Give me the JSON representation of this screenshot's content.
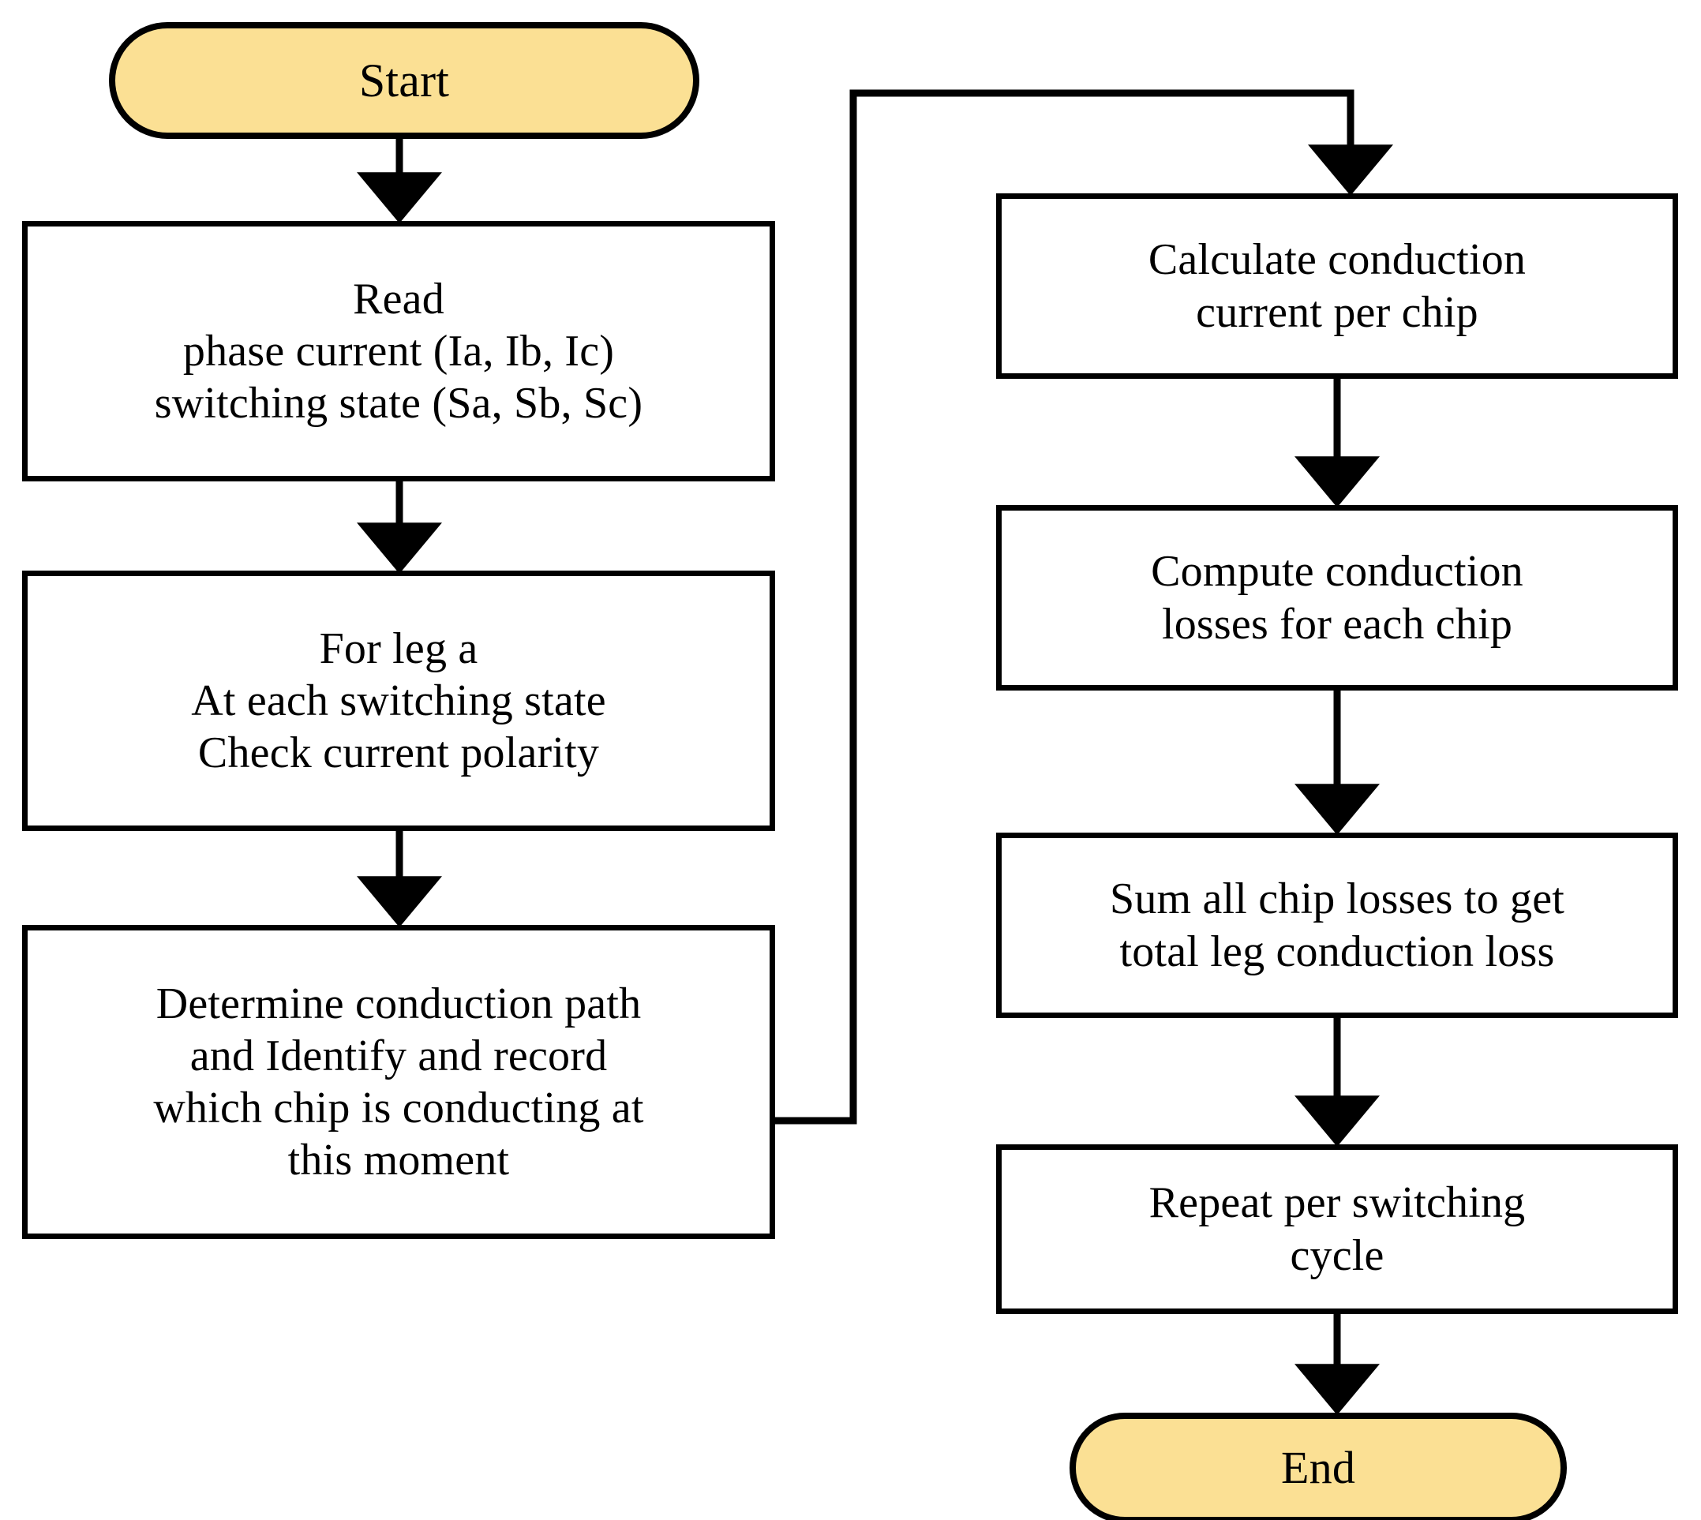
{
  "diagram": {
    "title": "Conduction loss calculation flowchart",
    "background_color": "#ffffff",
    "stroke_color": "#000000",
    "terminator_fill": "#fbe094",
    "process_fill": "#ffffff"
  },
  "nodes": {
    "start": {
      "label": "Start",
      "shape": "terminator"
    },
    "read": {
      "label": "Read\nphase current (Ia, Ib, Ic)\nswitching state (Sa, Sb, Sc)",
      "shape": "process"
    },
    "leg": {
      "label": "For leg a\nAt each switching state\nCheck current polarity",
      "shape": "process"
    },
    "determine": {
      "label": "Determine conduction path\nand Identify and record\nwhich chip is conducting at\nthis moment",
      "shape": "process"
    },
    "calculate": {
      "label": "Calculate conduction\ncurrent per chip",
      "shape": "process"
    },
    "compute": {
      "label": "Compute conduction\nlosses for each chip",
      "shape": "process"
    },
    "sum": {
      "label": "Sum all chip losses to get\ntotal leg conduction loss",
      "shape": "process"
    },
    "repeat": {
      "label": "Repeat per switching\ncycle",
      "shape": "process"
    },
    "end": {
      "label": "End",
      "shape": "terminator"
    }
  },
  "edges": [
    {
      "name": "start-to-read",
      "from": "start",
      "to": "read",
      "kind": "arrow-down"
    },
    {
      "name": "read-to-leg",
      "from": "read",
      "to": "leg",
      "kind": "arrow-down"
    },
    {
      "name": "leg-to-determine",
      "from": "leg",
      "to": "determine",
      "kind": "arrow-down"
    },
    {
      "name": "determine-to-calculate",
      "from": "determine",
      "to": "calculate",
      "kind": "routed-right-up-right-down"
    },
    {
      "name": "calculate-to-compute",
      "from": "calculate",
      "to": "compute",
      "kind": "arrow-down"
    },
    {
      "name": "compute-to-sum",
      "from": "compute",
      "to": "sum",
      "kind": "arrow-down"
    },
    {
      "name": "sum-to-repeat",
      "from": "sum",
      "to": "repeat",
      "kind": "arrow-down"
    },
    {
      "name": "repeat-to-end",
      "from": "repeat",
      "to": "end",
      "kind": "arrow-down"
    }
  ]
}
